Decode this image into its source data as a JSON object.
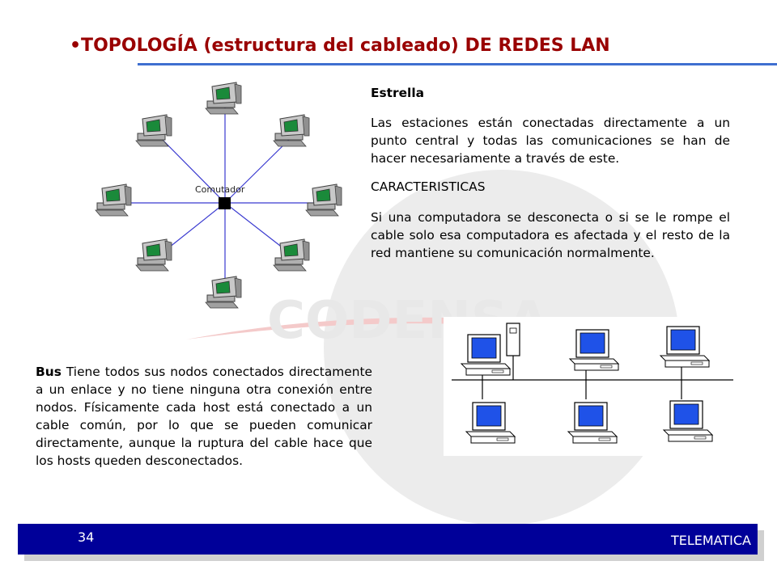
{
  "title": "•TOPOLOGÍA (estructura del cableado) DE REDES LAN",
  "star": {
    "heading": "Estrella",
    "description": "Las estaciones están conectadas directamente a un punto central y todas las comunicaciones se han de hacer necesariamente a través de este.",
    "characteristics_heading": "CARACTERISTICAS",
    "characteristics_text": "Si una computadora se desconecta o si se le rompe el cable solo esa computadora es afectada y el resto de la red mantiene su comunicación normalmente.",
    "switch_label": "Comutador"
  },
  "bus": {
    "label": "Bus",
    "text": " Tiene todos sus nodos conectados directamente a un enlace y no tiene ninguna otra conexión entre nodos. Físicamente cada host está conectado a un cable común, por lo que se pueden comunicar directamente, aunque la ruptura del cable hace que los hosts queden desconectados."
  },
  "watermark_text": "CODENSA",
  "footer": {
    "page_number": "34",
    "label": "TELEMATICA"
  },
  "colors": {
    "title": "#990000",
    "footer_bar": "#000099",
    "underline": "#3f6fd0"
  }
}
